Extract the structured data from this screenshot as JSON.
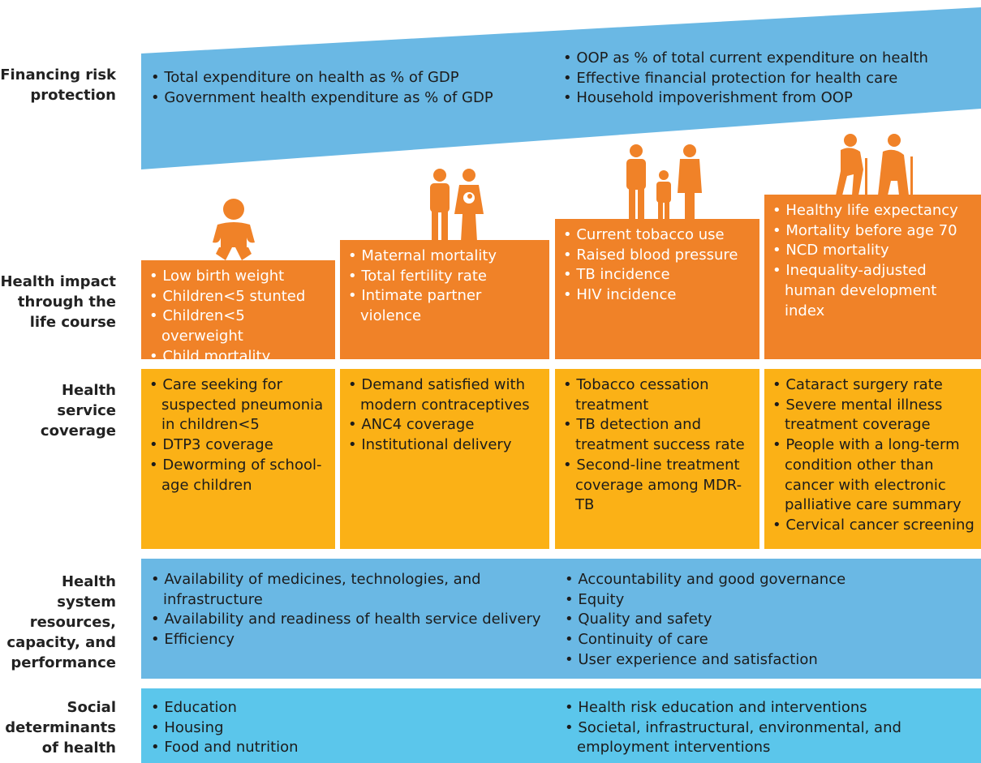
{
  "colors": {
    "financing": "#6ab8e4",
    "impact": "#f08228",
    "service": "#fbb116",
    "resources": "#6ab8e4",
    "social": "#5bc6eb",
    "icons": "#f08228"
  },
  "labels": {
    "financing": "Financing risk protection",
    "impact": "Health impact through the life course",
    "service": "Health service coverage",
    "resources": "Health system resources, capacity, and performance",
    "social": "Social determinants of health"
  },
  "financing": {
    "left": [
      "Total expenditure on health as % of GDP",
      "Government health expenditure as % of GDP"
    ],
    "right": [
      "OOP as % of total current expenditure on health",
      "Effective financial protection for health care",
      "Household impoverishment from OOP"
    ]
  },
  "impact": [
    {
      "icon": "baby-icon",
      "items": [
        "Low birth weight",
        "Children<5 stunted",
        "Children<5 overweight",
        "Child mortality"
      ]
    },
    {
      "icon": "mother-father-baby-icon",
      "items": [
        "Maternal mortality",
        "Total fertility rate",
        "Intimate partner violence"
      ]
    },
    {
      "icon": "family-icon",
      "items": [
        "Current tobacco use",
        "Raised blood pressure",
        "TB incidence",
        "HIV incidence"
      ]
    },
    {
      "icon": "elderly-couple-icon",
      "items": [
        "Healthy life expectancy",
        "Mortality before age 70",
        "NCD mortality",
        "Inequality-adjusted human development index"
      ]
    }
  ],
  "service": [
    [
      "Care seeking for suspected pneumonia in children<5",
      "DTP3 coverage",
      "Deworming of school-age children"
    ],
    [
      "Demand satisfied with modern contraceptives",
      "ANC4 coverage",
      "Institutional delivery"
    ],
    [
      "Tobacco cessation treatment",
      "TB detection and treatment success rate",
      "Second-line treatment coverage among MDR-TB"
    ],
    [
      "Cataract surgery rate",
      "Severe mental illness treatment coverage",
      "People with a long-term condition other than cancer with electronic palliative care summary",
      "Cervical cancer screening"
    ]
  ],
  "resources": {
    "left": [
      "Availability of medicines, technologies, and infrastructure",
      "Availability and readiness of health service delivery",
      "Efficiency"
    ],
    "right": [
      "Accountability and good governance",
      "Equity",
      "Quality and safety",
      "Continuity of care",
      "User experience and satisfaction"
    ]
  },
  "social": {
    "left": [
      "Education",
      "Housing",
      "Food and nutrition"
    ],
    "right": [
      "Health risk education and interventions",
      "Societal, infrastructural, environmental, and employment interventions"
    ]
  }
}
